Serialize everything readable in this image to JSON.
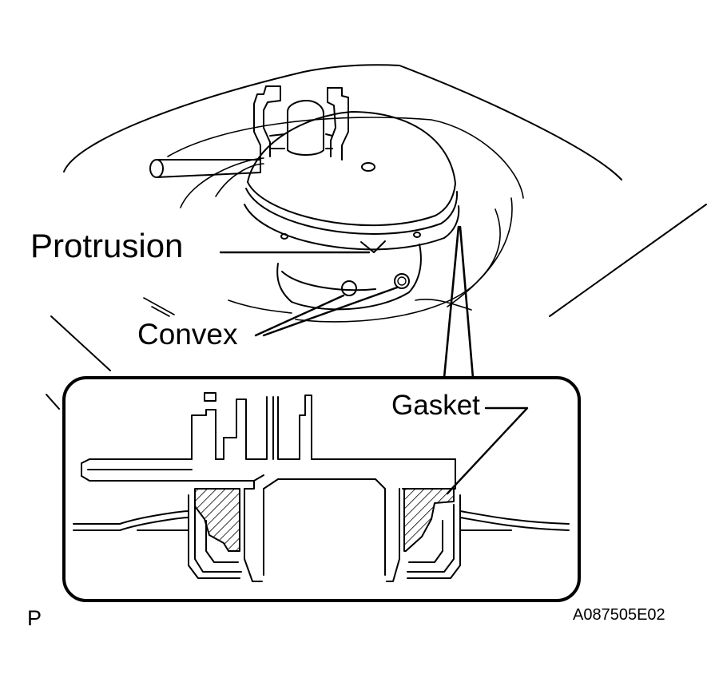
{
  "labels": {
    "protrusion": "Protrusion",
    "convex": "Convex",
    "gasket": "Gasket",
    "view_letter": "P",
    "figure_code": "A087505E02"
  },
  "colors": {
    "ink": "#000000",
    "paper": "#ffffff"
  }
}
